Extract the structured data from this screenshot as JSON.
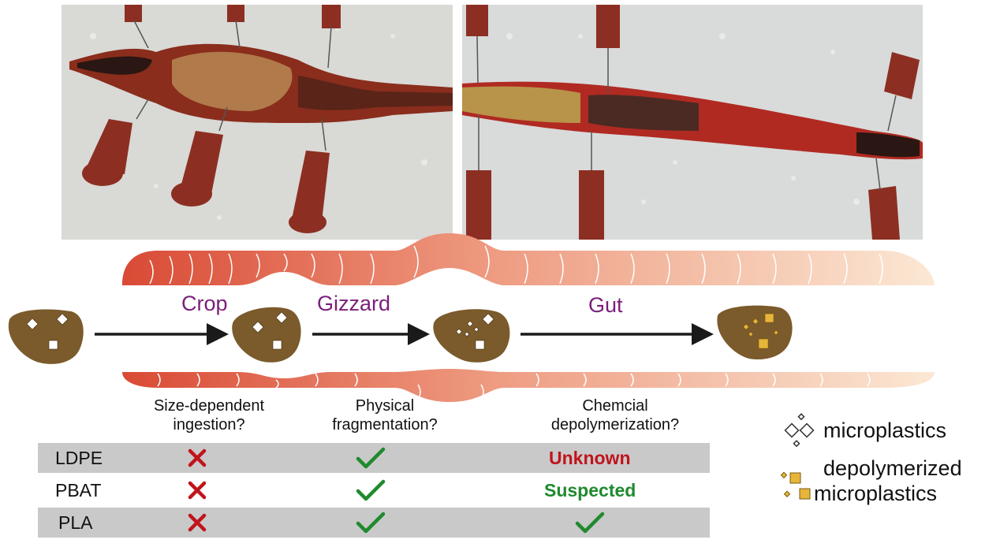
{
  "stages": {
    "crop": "Crop",
    "gizzard": "Gizzard",
    "gut": "Gut"
  },
  "questions": {
    "ingestion": [
      "Size-dependent",
      "ingestion?"
    ],
    "fragmentation": [
      "Physical",
      "fragmentation?"
    ],
    "depolymerization": [
      "Chemcial",
      "depolymerization?"
    ]
  },
  "table": {
    "rows": [
      {
        "label": "LDPE",
        "ingestion": "cross",
        "fragmentation": "check",
        "depolymerization": "Unknown",
        "depolymerization_color": "#c0141c"
      },
      {
        "label": "PBAT",
        "ingestion": "cross",
        "fragmentation": "check",
        "depolymerization": "Suspected",
        "depolymerization_color": "#1f8a2e"
      },
      {
        "label": "PLA",
        "ingestion": "cross",
        "fragmentation": "check",
        "depolymerization": "check"
      }
    ]
  },
  "legend": {
    "microplastics": "microplastics",
    "depolymerized": [
      "depolymerized",
      "microplastics"
    ]
  },
  "colors": {
    "stage_label": "#7a1f7a",
    "cross": "#c0141c",
    "check": "#1f8a2e",
    "soil": "#7b5a2b",
    "gut_dark": "#d94a35",
    "gut_light": "#fbe8d4"
  },
  "icons": [
    "cross-icon",
    "check-icon",
    "microplastic-diamond-icon",
    "depolymerized-square-icon",
    "arrow-icon"
  ]
}
